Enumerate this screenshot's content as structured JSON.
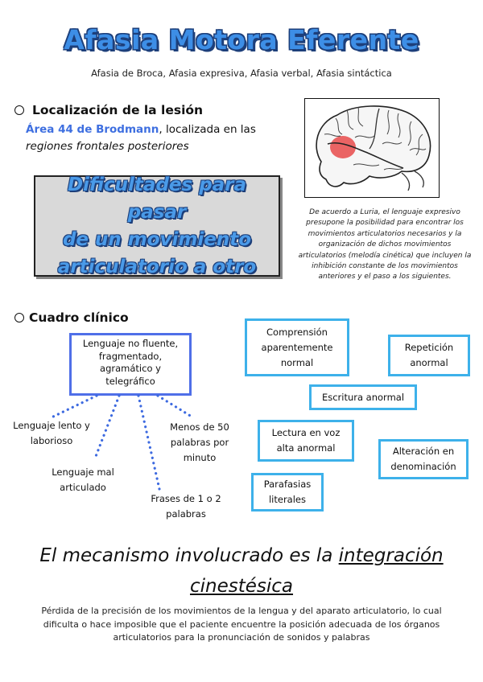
{
  "title": "Afasia Motora Eferente",
  "subtitle": "Afasia de Broca, Afasia expresiva, Afasia verbal, Afasia sintáctica",
  "localization": {
    "heading": "Localización de la lesión",
    "area": "Área 44 de Brodmann",
    "text_mid": ", localizada en las",
    "region": "regiones frontales posteriores"
  },
  "difficulty": {
    "line1": "Dificultades para pasar",
    "line2": "de un movimiento",
    "line3": "articulatorio a otro"
  },
  "brain_image": {
    "icon": "brain-illustration",
    "highlight_color": "#e84a4a"
  },
  "luria_note": "De acuerdo a Luria, el lenguaje expresivo presupone la posibilidad para encontrar los movimientos articulatorios necesarios y la organización de dichos movimientos articulatorios (melodía cinética) que incluyen la inhibición constante de los movimientos anteriores y el paso a los siguientes.",
  "clinical": {
    "heading": "Cuadro clínico",
    "main_symptom": {
      "line1": "Lenguaje no fluente,",
      "line2": "fragmentado,",
      "line3": "agramático y",
      "line4": "telegráfico"
    },
    "sub_symptoms": [
      {
        "line1": "Lenguaje lento y",
        "line2": "laborioso"
      },
      {
        "line1": "Lenguaje mal",
        "line2": "articulado"
      },
      {
        "line1": "Frases de 1 o 2",
        "line2": "palabras"
      },
      {
        "line1": "Menos de 50",
        "line2": "palabras por",
        "line3": "minuto"
      }
    ],
    "features": [
      {
        "line1": "Comprensión",
        "line2": "aparentemente",
        "line3": "normal"
      },
      {
        "line1": "Repetición",
        "line2": "anormal"
      },
      {
        "line1": "Escritura anormal"
      },
      {
        "line1": "Lectura en voz",
        "line2": "alta anormal"
      },
      {
        "line1": "Alteración en",
        "line2": "denominación"
      },
      {
        "line1": "Parafasias",
        "line2": "literales"
      }
    ]
  },
  "mechanism": {
    "prefix": "El mecanismo involucrado es la",
    "highlight1": "integración",
    "highlight2": "cinestésica",
    "description": "Pérdida de la precisión de los movimientos de la lengua y del aparato articulatorio, lo cual dificulta o hace imposible que el paciente encuentre la posición adecuada de los órganos articulatorios para la pronunciación de sonidos y palabras"
  },
  "colors": {
    "title": "#3d8ee6",
    "main_border": "#4f6fe8",
    "feature_border": "#3db1ea",
    "area_text": "#3e6fe0"
  }
}
